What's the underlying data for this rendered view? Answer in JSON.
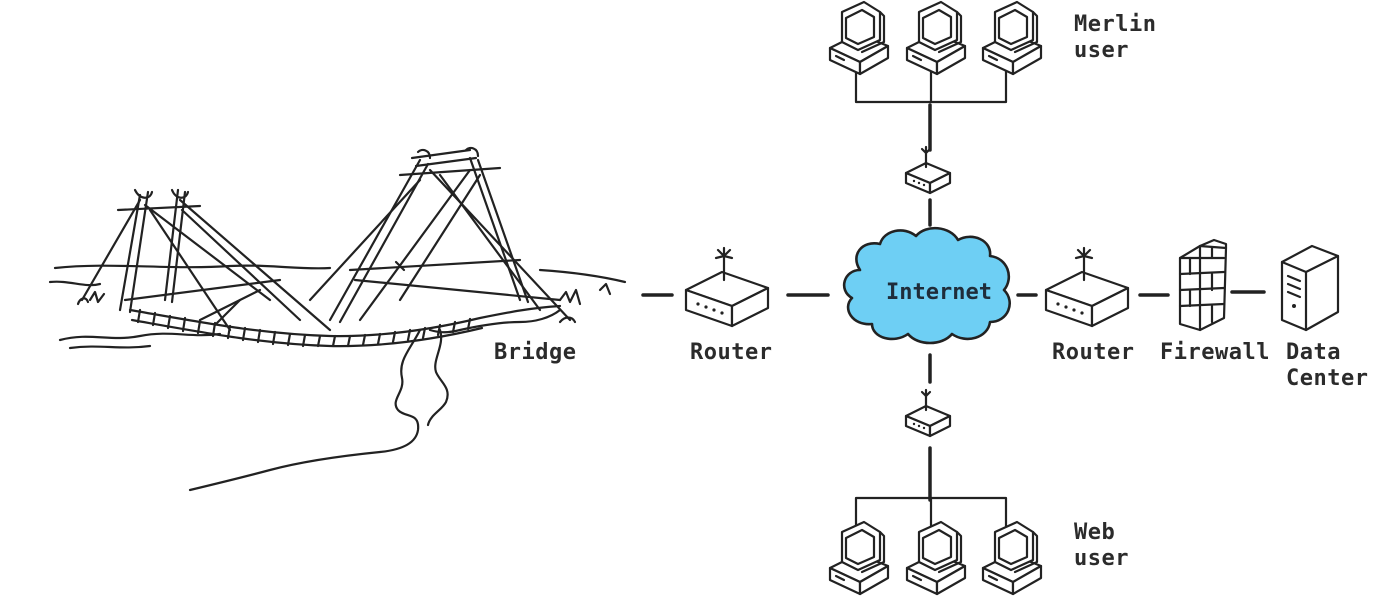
{
  "labels": {
    "bridge": "Bridge",
    "router_left": "Router",
    "internet": "Internet",
    "router_right": "Router",
    "firewall": "Firewall",
    "data_center_line1": "Data",
    "data_center_line2": "Center",
    "merlin_line1": "Merlin",
    "merlin_line2": "user",
    "web_line1": "Web",
    "web_line2": "user"
  },
  "colors": {
    "cloud_fill": "#6ecff4",
    "ink": "#222222",
    "background": "#ffffff"
  },
  "icons": [
    "bridge-sketch",
    "router-icon",
    "cloud-icon",
    "firewall-icon",
    "server-icon",
    "computer-icon",
    "modem-icon"
  ]
}
